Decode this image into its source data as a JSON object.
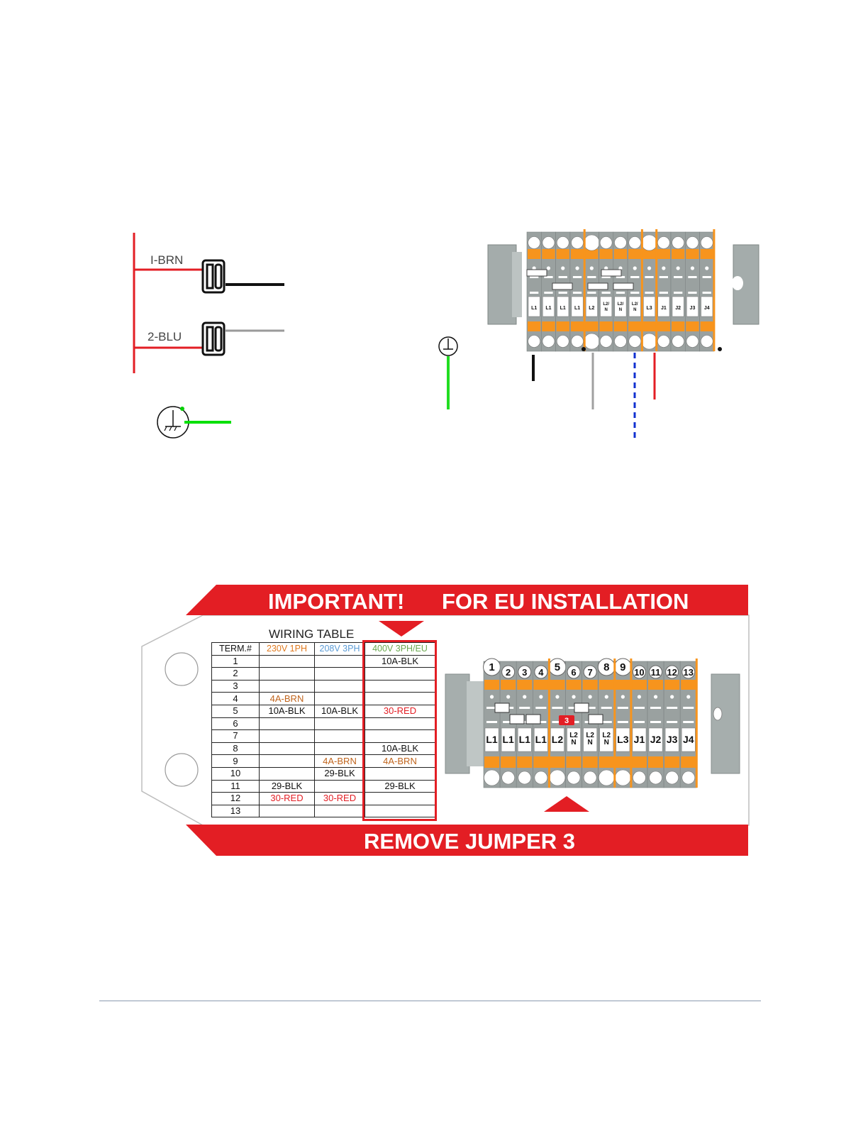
{
  "schematic": {
    "wire_labels": [
      "I-BRN",
      "2-BLU"
    ]
  },
  "terminal_block_top": {
    "labels": [
      "L1",
      "L1",
      "L1",
      "L1",
      "L2",
      "L2/\nN",
      "L2/\nN",
      "L2/\nN",
      "L3",
      "J1",
      "J2",
      "J3",
      "J4"
    ]
  },
  "tag": {
    "banner_top_left": "IMPORTANT!",
    "banner_top_right": "FOR EU INSTALLATION",
    "banner_bottom": "REMOVE JUMPER 3",
    "table_title": "WIRING TABLE",
    "columns": [
      "TERM.#",
      "230V 1PH",
      "208V 3PH",
      "400V 3PH/EU"
    ],
    "column_colors": [
      "#111111",
      "#e07a1f",
      "#5b9bd5",
      "#6aa84f"
    ],
    "rows": [
      [
        "1",
        "",
        "",
        "10A-BLK"
      ],
      [
        "2",
        "",
        "",
        ""
      ],
      [
        "3",
        "",
        "",
        ""
      ],
      [
        "4",
        "4A-BRN",
        "",
        ""
      ],
      [
        "5",
        "10A-BLK",
        "10A-BLK",
        "30-RED"
      ],
      [
        "6",
        "",
        "",
        ""
      ],
      [
        "7",
        "",
        "",
        ""
      ],
      [
        "8",
        "",
        "",
        "10A-BLK"
      ],
      [
        "9",
        "",
        "4A-BRN",
        "4A-BRN"
      ],
      [
        "10",
        "",
        "29-BLK",
        ""
      ],
      [
        "11",
        "29-BLK",
        "",
        "29-BLK"
      ],
      [
        "12",
        "30-RED",
        "30-RED",
        ""
      ],
      [
        "13",
        "",
        "",
        ""
      ]
    ],
    "terminal_numbers": [
      "1",
      "2",
      "3",
      "4",
      "5",
      "6",
      "7",
      "8",
      "9",
      "10",
      "11",
      "12",
      "13"
    ],
    "terminal_labels": [
      "L1",
      "L1",
      "L1",
      "L1",
      "L2",
      "L2\nN",
      "L2\nN",
      "L2\nN",
      "L3",
      "J1",
      "J2",
      "J3",
      "J4"
    ],
    "jumper_label": "3",
    "accent_red": "#e31e24",
    "accent_orange": "#f7941d"
  }
}
